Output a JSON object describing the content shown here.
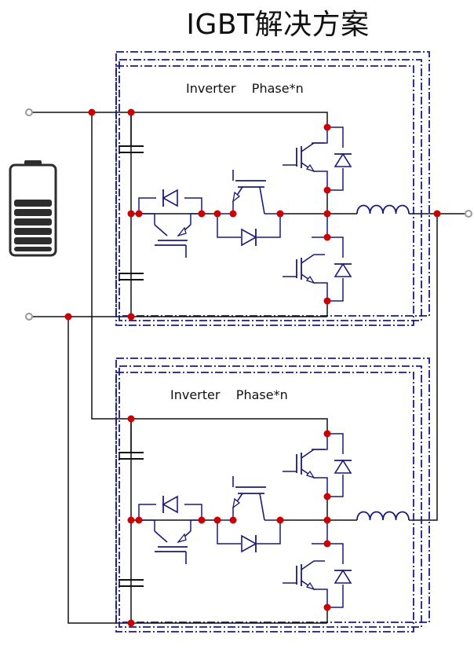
{
  "title": "IGBT解决方案",
  "labels": {
    "top_block": "Inverter    Phase*n",
    "bottom_block": "Inverter    Phase*n"
  },
  "colors": {
    "wire": "#111111",
    "component": "#1a1a7a",
    "dash_border": "#1a1a8c",
    "node": "#cc0000",
    "terminal": "#999999",
    "battery": "#2d2d2d"
  }
}
